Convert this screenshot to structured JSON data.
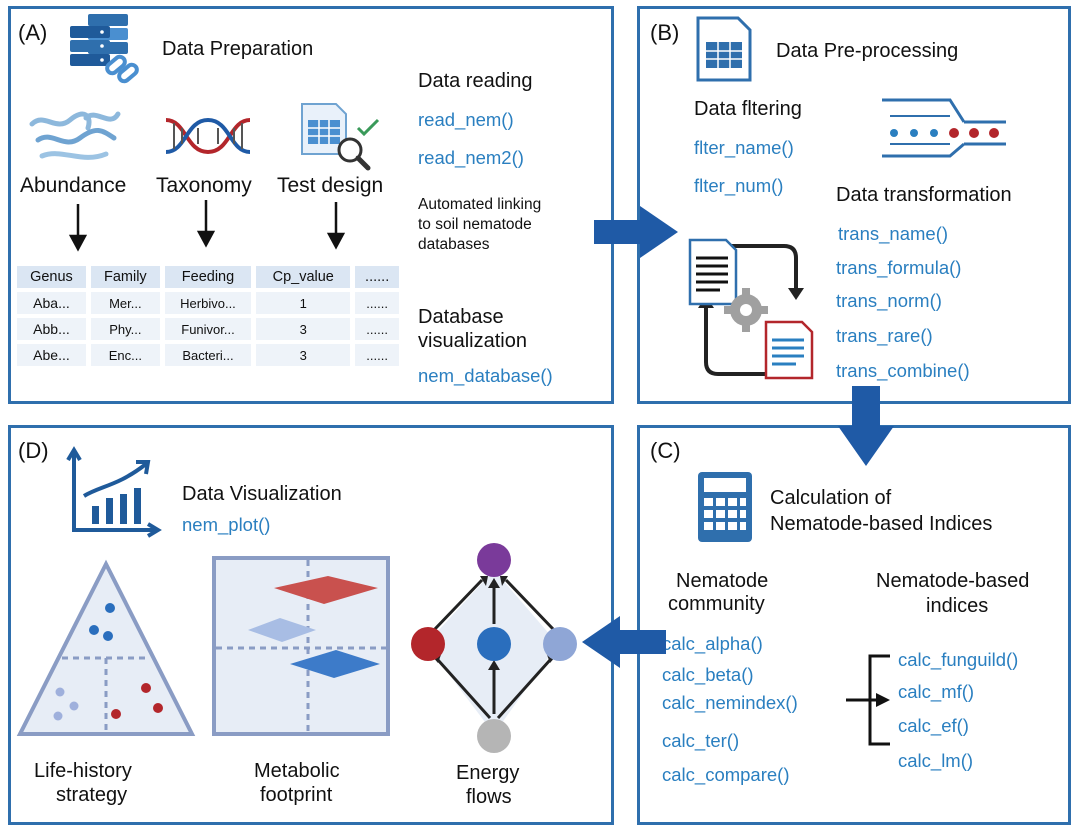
{
  "panelA": {
    "tag": "(A)",
    "title": "Data Preparation",
    "sources": [
      "Abundance",
      "Taxonomy",
      "Test design"
    ],
    "table": {
      "headers": [
        "Genus",
        "Family",
        "Feeding",
        "Cp_value",
        "......"
      ],
      "rows": [
        [
          "Aba...",
          "Mer...",
          "Herbivo...",
          "1",
          "......"
        ],
        [
          "Abb...",
          "Phy...",
          "Funivor...",
          "3",
          "......"
        ],
        [
          "Abe...",
          "Enc...",
          "Bacteri...",
          "3",
          "......"
        ]
      ]
    },
    "reading_title": "Data reading",
    "reading_fns": [
      "read_nem()",
      "read_nem2()"
    ],
    "note_lines": [
      "Automated linking",
      "to soil nematode",
      "databases"
    ],
    "db_title_lines": [
      "Database",
      "visualization"
    ],
    "db_fn": "nem_database()"
  },
  "panelB": {
    "tag": "(B)",
    "title": "Data Pre-processing",
    "filter_title": "Data fltering",
    "filter_fns": [
      "flter_name()",
      "flter_num()"
    ],
    "transform_title": "Data transformation",
    "transform_fns": [
      "trans_name()",
      "trans_formula()",
      "trans_norm()",
      "trans_rare()",
      "trans_combine()"
    ]
  },
  "panelC": {
    "tag": "(C)",
    "title_lines": [
      "Calculation of",
      "Nematode-based Indices"
    ],
    "community_title_lines": [
      "Nematode",
      "community"
    ],
    "community_fns": [
      "calc_alpha()",
      "calc_beta()",
      "calc_nemindex()",
      "calc_ter()",
      "calc_compare()"
    ],
    "indices_title_lines": [
      "Nematode-based",
      "indices"
    ],
    "indices_fns": [
      "calc_funguild()",
      "calc_mf()",
      "calc_ef()",
      "calc_lm()"
    ]
  },
  "panelD": {
    "tag": "(D)",
    "title": "Data Visualization",
    "fn": "nem_plot()",
    "plots": [
      [
        "Life-history",
        "strategy"
      ],
      [
        "Metabolic",
        "footprint"
      ],
      [
        "Energy",
        "flows"
      ]
    ]
  },
  "colors": {
    "border": "#2f6fad",
    "function_text": "#2a7fc0",
    "arrow": "#1f5aa6",
    "red": "#b3262b",
    "purple": "#7a3a9a",
    "blue": "#2a6ebd",
    "lightblue": "#8fa6d6",
    "gray": "#b5b5b5"
  }
}
